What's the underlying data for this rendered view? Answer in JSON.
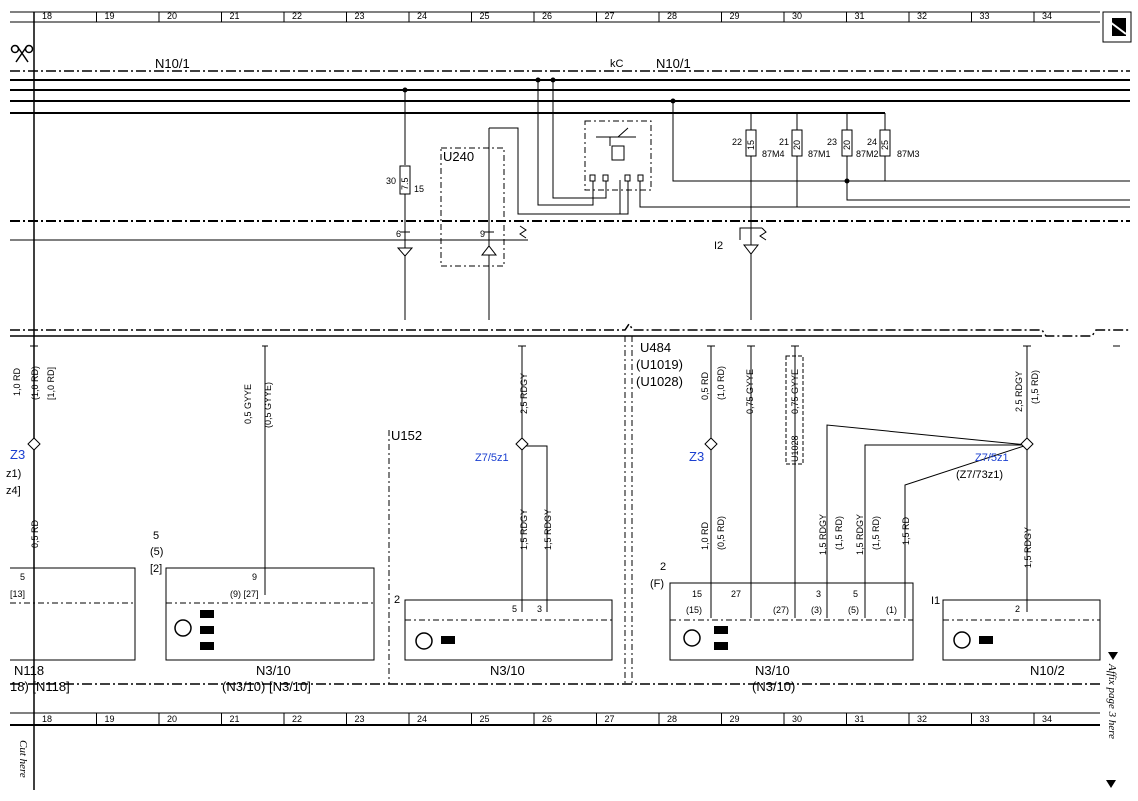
{
  "grid": {
    "columns": [
      "18",
      "19",
      "20",
      "21",
      "22",
      "23",
      "24",
      "25",
      "26",
      "27",
      "28",
      "29",
      "30",
      "31",
      "32",
      "33",
      "34"
    ]
  },
  "markers": {
    "cut_here": "Cut here",
    "affix_here": "Affix page 3 here"
  },
  "top_labels": {
    "n10_1_left": "N10/1",
    "kc": "kC",
    "n10_1_right": "N10/1",
    "u240": "U240",
    "i2": "I2"
  },
  "fuses": [
    {
      "num": "30",
      "rating": "7.5",
      "pin": "15"
    },
    {
      "num": "22",
      "rating": "15",
      "pin": "87M4"
    },
    {
      "num": "21",
      "rating": "20",
      "pin": "87M1"
    },
    {
      "num": "23",
      "rating": "20",
      "pin": "87M2"
    },
    {
      "num": "24",
      "rating": "25",
      "pin": "87M3"
    }
  ],
  "pins_top": {
    "p6": "6",
    "p9": "9"
  },
  "wires": {
    "w1": "1,0 RD",
    "w1a": "(1,0 RD)",
    "w1b": "[1,0 RD]",
    "w2": "0,5 GYYE",
    "w2a": "(0,5 GYYE)",
    "w3": "2,5 RDGY",
    "w4": "0,5 RD",
    "w4a": "(1,0 RD)",
    "w5": "0,75 GYYE",
    "w6": "0,75 GYYE",
    "w7": "2,5 RDGY",
    "w7a": "(1,5 RD)",
    "w8": "0,5 RD",
    "w9": "1,5 RDGY",
    "w10": "1,5 RDGY",
    "w11": "1,0 RD",
    "w11a": "(0,5 RD)",
    "w12": "1,5 RDGY",
    "w12a": "(1,5 RD)",
    "w13": "1,5 RDGY",
    "w13a": "(1,5 RD)",
    "w14": "1,5 RD",
    "w15": "1,5 RDGY"
  },
  "mid_labels": {
    "z3_left": "Z3",
    "z1": "z1)",
    "z4": "z4]",
    "u152": "U152",
    "z7_5z1_a": "Z7/5z1",
    "u484": "U484",
    "u1019": "(U1019)",
    "u1028": "(U1028)",
    "z3_right": "Z3",
    "z7_5z1_b": "Z7/5z1",
    "z7_73z1": "(Z7/73z1)",
    "u1028_box": "U1028"
  },
  "connector_pins": {
    "a5": "5",
    "a5p": "(5)",
    "a2b": "[2]",
    "b5": "5",
    "b13": "[13]",
    "c9": "9",
    "c9p": "(9) [27]",
    "d2": "2",
    "d5": "5",
    "d3": "3",
    "e2": "2",
    "eF": "(F)",
    "e15": "15",
    "e15p": "(15)",
    "e27": "27",
    "e27p": "(27)",
    "e3": "3",
    "e3p": "(3)",
    "e5": "5",
    "e5p": "(5)",
    "e1p": "(1)",
    "f1": "I1",
    "f2": "2"
  },
  "components": {
    "n118": "N118",
    "n118b": "18) [N118]",
    "n3_10_a": "N3/10",
    "n3_10_a2": "(N3/10)  [N3/10]",
    "n3_10_b": "N3/10",
    "n3_10_c": "N3/10",
    "n3_10_c2": "(N3/10)",
    "n10_2": "N10/2"
  },
  "icons": [
    "scissors-icon",
    "book-icon",
    "transistor-icon",
    "hand-pointer-icon",
    "arrow-down-icon"
  ]
}
